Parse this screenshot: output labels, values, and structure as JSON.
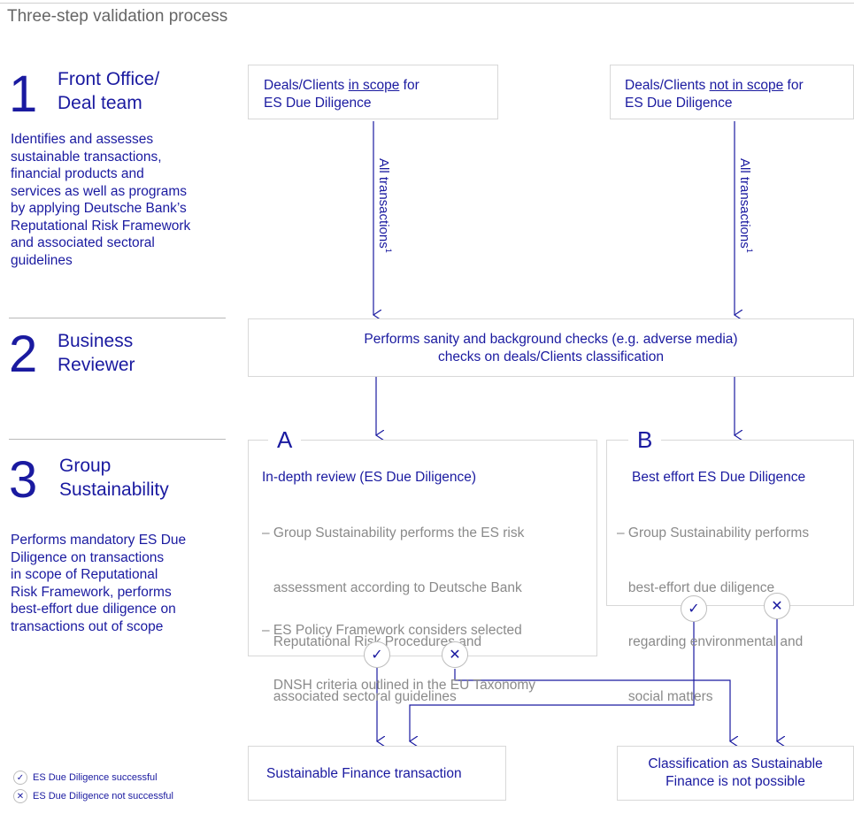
{
  "title": "Three-step validation process",
  "steps": [
    {
      "number": "1",
      "title_line1": "Front Office/",
      "title_line2": "Deal team",
      "description": [
        "Identifies and assesses",
        "sustainable transactions,",
        "financial products and",
        "services as well as programs",
        "by applying Deutsche Bank’s",
        "Reputational Risk Framework",
        "and associated sectoral",
        "guidelines"
      ]
    },
    {
      "number": "2",
      "title_line1": "Business",
      "title_line2": "Reviewer"
    },
    {
      "number": "3",
      "title_line1": "Group",
      "title_line2": "Sustainability",
      "description": [
        "Performs mandatory ES Due",
        "Diligence on transactions",
        "in scope of Reputational",
        "Risk Framework, performs",
        "best-effort due diligence on",
        "transactions out of scope"
      ]
    }
  ],
  "in_scope_box": {
    "pre": "Deals/Clients ",
    "emph": "in scope",
    "post": " for",
    "line2": "ES Due Diligence"
  },
  "not_in_scope_box": {
    "pre": "Deals/Clients ",
    "emph": "not in scope",
    "post": " for",
    "line2": "ES Due Diligence"
  },
  "arrow_label": "All transactions",
  "arrow_label_sup": "1",
  "reviewer_box": {
    "line1": "Performs sanity and background checks (e.g. adverse media)",
    "line2": "checks on deals/Clients classification"
  },
  "box_a": {
    "letter": "A",
    "title": "In-depth review (ES Due Diligence)",
    "bullets": [
      [
        "– Group Sustainability performs the ES risk",
        "   assessment according to Deutsche Bank",
        "   Reputational Risk Procedures and",
        "   associated sectoral guidelines"
      ],
      [
        "– ES Policy Framework considers selected",
        "   DNSH criteria outlined in the EU Taxonomy"
      ]
    ]
  },
  "box_b": {
    "letter": "B",
    "title": "Best effort ES Due Diligence",
    "bullets": [
      [
        "– Group Sustainability performs",
        "   best-effort due diligence",
        "   regarding environmental and",
        "   social matters"
      ]
    ]
  },
  "outcome_success": "Sustainable Finance transaction",
  "outcome_fail": {
    "line1": "Classification as Sustainable",
    "line2": "Finance is not possible"
  },
  "legend": {
    "success": "ES Due Diligence successful",
    "fail": "ES Due Diligence not successful"
  },
  "icons": {
    "success": "check-icon",
    "fail": "cross-icon"
  },
  "colors": {
    "accent": "#1a1aa0",
    "muted": "#8a8a8a",
    "border": "#d8d8d8"
  }
}
